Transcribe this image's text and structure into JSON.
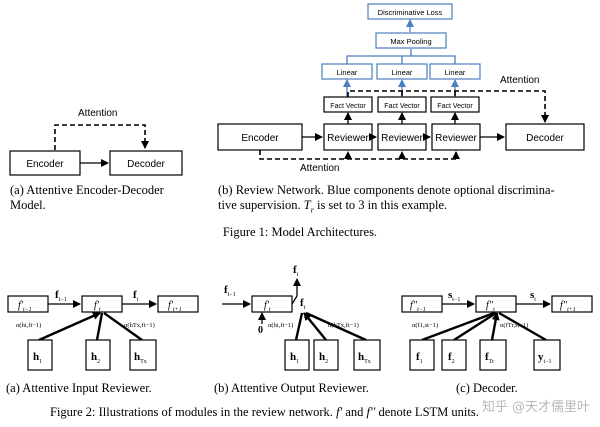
{
  "fig1": {
    "a": {
      "attention": "Attention",
      "encoder": "Encoder",
      "decoder": "Decoder",
      "caption_line1": "(a) Attentive Encoder-Decoder",
      "caption_line2": "Model."
    },
    "b": {
      "discriminative_loss": "Discriminative Loss",
      "max_pooling": "Max Pooling",
      "linear": "Linear",
      "fact_vector": "Fact Vector",
      "encoder": "Encoder",
      "reviewer": "Reviewer",
      "decoder": "Decoder",
      "attention_top": "Attention",
      "attention_bottom": "Attention",
      "caption_line1": "(b) Review Network. Blue components denote optional discrimina-",
      "caption_line2_pre": "tive supervision.",
      "caption_line2_sym": "T",
      "caption_line2_sub": "r",
      "caption_line2_post": "is set to 3 in this example."
    },
    "title": "Figure 1: Model Architectures."
  },
  "fig2": {
    "a": {
      "prev_label": "f'",
      "prev_sub": "t−1",
      "cur_label": "f'",
      "cur_sub": "t",
      "next_label": "f'",
      "next_sub": "t+1",
      "arrow1": "f",
      "arrow1_sub": "t−1",
      "arrow2": "f",
      "arrow2_sub": "t",
      "alpha1": "α(h",
      "alpha1_rest": "i,f",
      "alpha1_end": "t−1)",
      "alpha2": "α(h",
      "alpha2_rest": "Tx,f",
      "alpha2_end": "t−1)",
      "h1": "h",
      "h1_sub": "1",
      "h2": "h",
      "h2_sub": "2",
      "hT": "h",
      "hT_sub": "Tx",
      "caption": "(a) Attentive Input Reviewer."
    },
    "b": {
      "top_f": "f",
      "top_sub": "t",
      "in_f": "f",
      "in_sub": "t−1",
      "cur_label": "f'",
      "cur_sub": "t",
      "zero": "0",
      "ft": "f",
      "ft_sub": "t",
      "alpha1": "α(h",
      "alpha1_rest": "i,f",
      "alpha1_end": "t−1)",
      "alpha2": "α(h",
      "alpha2_rest": "Tx,f",
      "alpha2_end": "t−1)",
      "h1": "h",
      "h1_sub": "1",
      "h2": "h",
      "h2_sub": "2",
      "hT": "h",
      "hT_sub": "Tx",
      "caption": "(b) Attentive Output Reviewer."
    },
    "c": {
      "prev_label": "f''",
      "prev_sub": "t−1",
      "cur_label": "f''",
      "cur_sub": "t",
      "next_label": "f''",
      "next_sub": "t+1",
      "s1": "s",
      "s1_sub": "t−1",
      "s2": "s",
      "s2_sub": "t",
      "alpha1": "α(f",
      "alpha1_rest": "1,s",
      "alpha1_end": "t−1)",
      "alpha2": "α(f",
      "alpha2_rest": "Tr,s",
      "alpha2_end": "t−1)",
      "f1": "f",
      "f1_sub": "1",
      "f2": "f",
      "f2_sub": "2",
      "fT": "f",
      "fT_sub": "Tr",
      "y": "y",
      "y_sub": "t−1",
      "caption": "(c) Decoder."
    },
    "title_pre": "Figure 2: Illustrations of modules in the review network.",
    "title_f1": "f'",
    "title_and": "and",
    "title_f2": "f''",
    "title_post": "denote LSTM units."
  },
  "watermark": "知乎 @天才儒里叶",
  "colors": {
    "blue": "#4a7fc1",
    "black": "#000000"
  }
}
